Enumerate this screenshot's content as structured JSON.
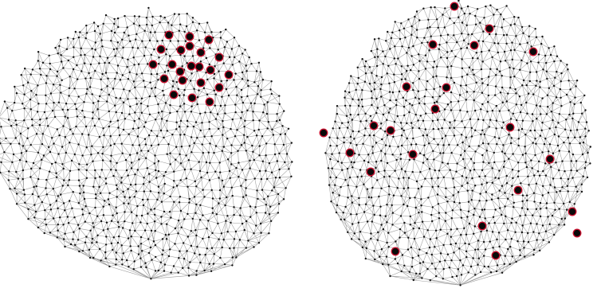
{
  "colors": {
    "background": "#ffffff",
    "edge": "#9a9a9a",
    "vertex": "#111111",
    "highlight_fill": "#0a0a0a",
    "highlight_ring": "#c8102e"
  },
  "meshes": [
    {
      "id": "left",
      "highlight_pattern": "clustered",
      "highlighted_vertex_count": 22
    },
    {
      "id": "right",
      "highlight_pattern": "scattered",
      "highlighted_vertex_count": 22
    }
  ]
}
